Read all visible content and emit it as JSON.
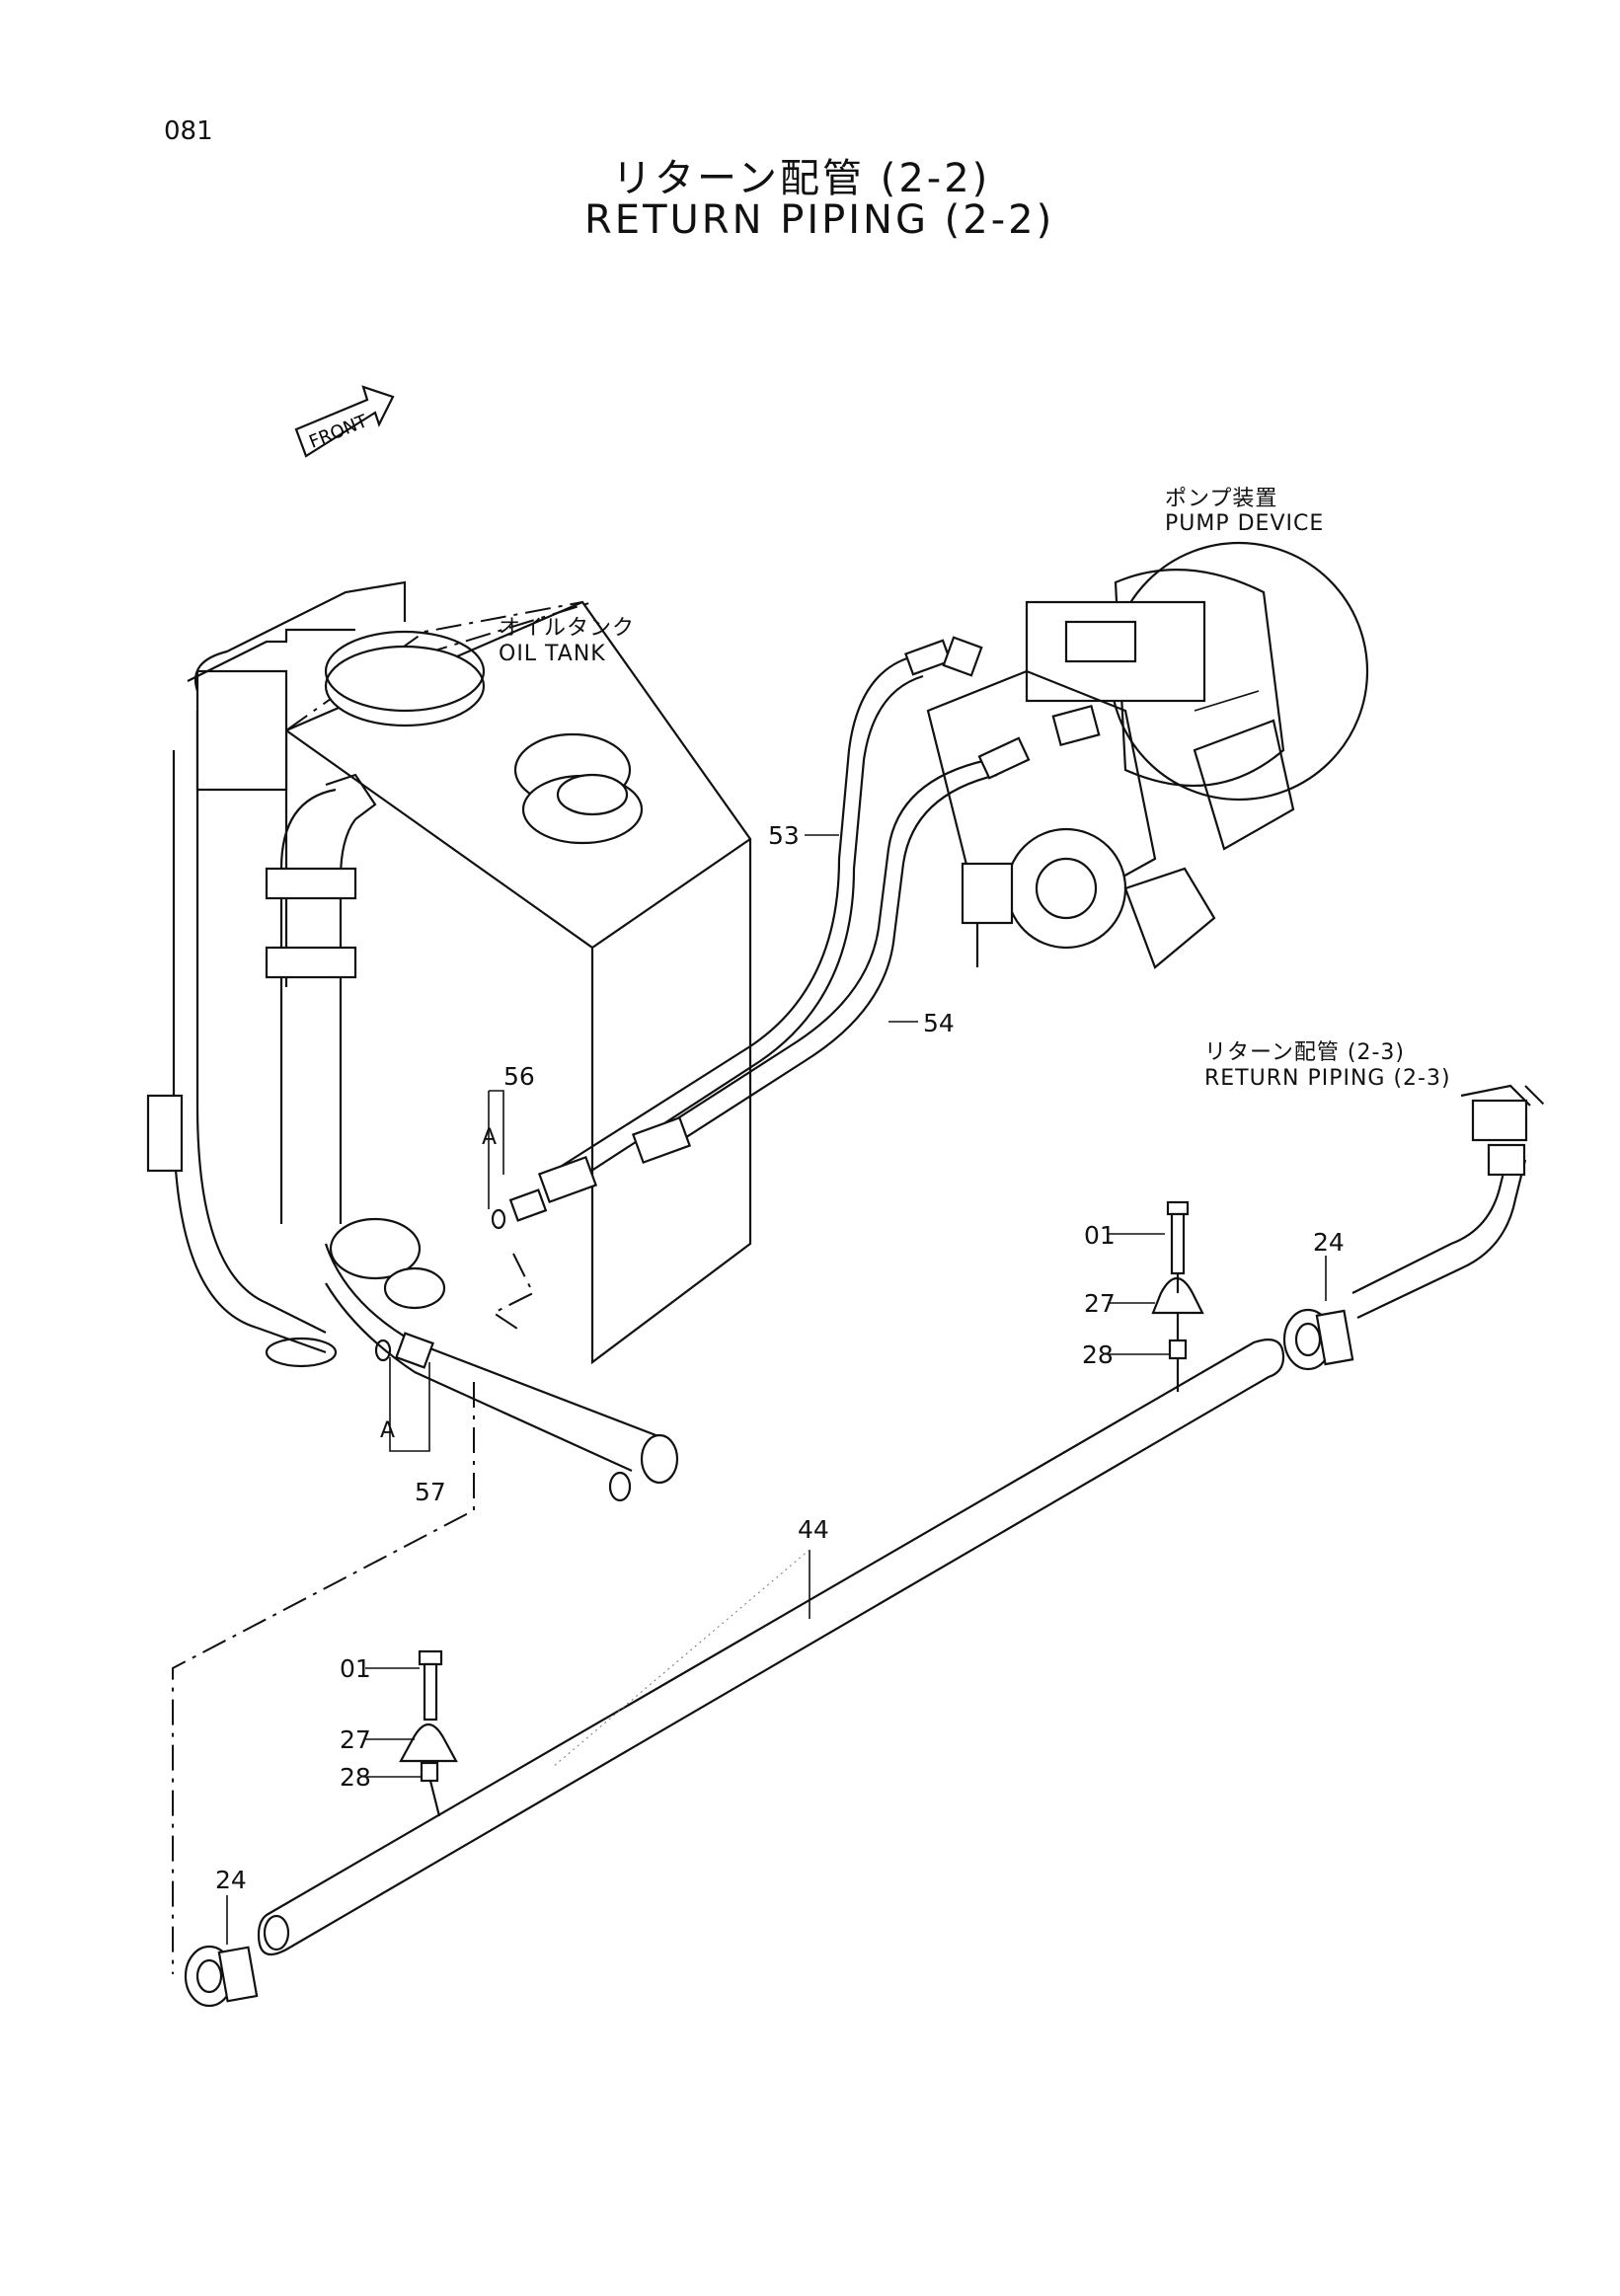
{
  "page": {
    "number": "081"
  },
  "title": {
    "jp": "リターン配管 (2-2)",
    "en": "RETURN PIPING (2-2)"
  },
  "labels": {
    "front": "FRONT",
    "pump_device_jp": "ポンプ装置",
    "pump_device_en": "PUMP DEVICE",
    "oil_tank_jp": "オイルタンク",
    "oil_tank_en": "OIL TANK",
    "return_2_3_jp": "リターン配管 (2-3)",
    "return_2_3_en": "RETURN PIPING (2-3)",
    "view_a_1": "A",
    "view_a_2": "A"
  },
  "callouts": {
    "p53": "53",
    "p54": "54",
    "p56": "56",
    "p57": "57",
    "p44": "44",
    "p01_upper": "01",
    "p27_upper": "27",
    "p28_upper": "28",
    "p24_upper": "24",
    "p01_lower": "01",
    "p27_lower": "27",
    "p28_lower": "28",
    "p24_lower": "24"
  }
}
